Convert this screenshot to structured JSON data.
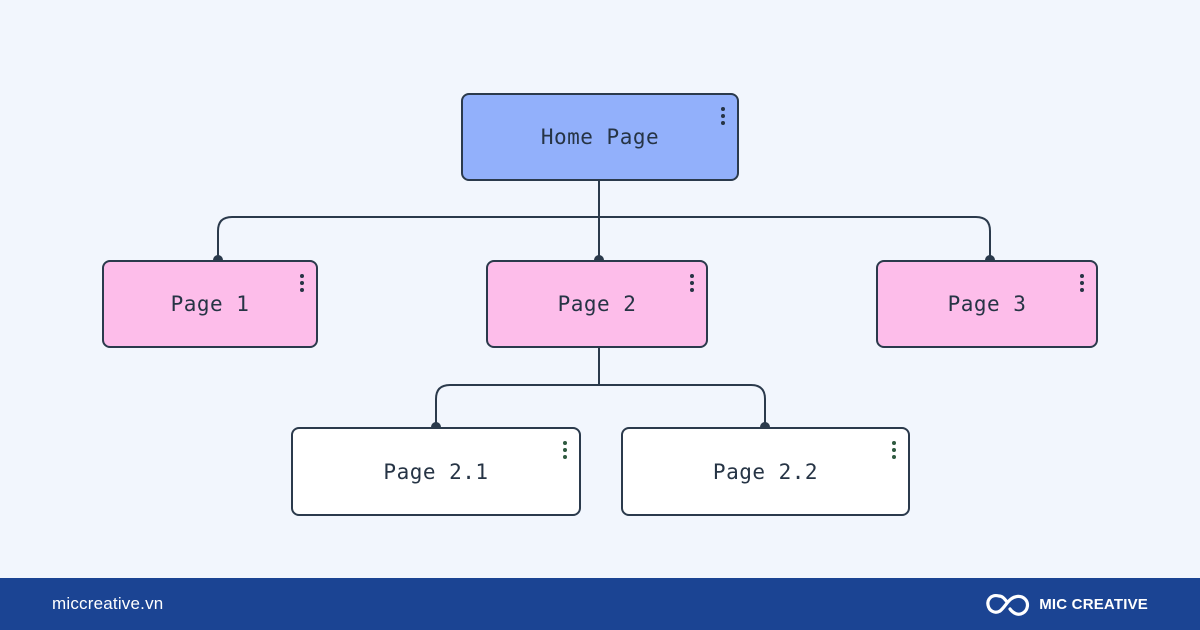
{
  "diagram": {
    "nodes": [
      {
        "id": "home",
        "label": "Home Page",
        "fill": "#92b0fb"
      },
      {
        "id": "page1",
        "label": "Page 1",
        "parent": "home",
        "fill": "#fdbdea"
      },
      {
        "id": "page2",
        "label": "Page 2",
        "parent": "home",
        "fill": "#fdbdea"
      },
      {
        "id": "page3",
        "label": "Page 3",
        "parent": "home",
        "fill": "#fdbdea"
      },
      {
        "id": "page21",
        "label": "Page 2.1",
        "parent": "page2",
        "fill": "#ffffff"
      },
      {
        "id": "page22",
        "label": "Page 2.2",
        "parent": "page2",
        "fill": "#ffffff"
      }
    ],
    "connector_color": "#2b3a4c",
    "background": "#f2f6fd"
  },
  "footer": {
    "url": "miccreative.vn",
    "brand_name": "MIC CREATIVE",
    "background": "#1b4493"
  }
}
